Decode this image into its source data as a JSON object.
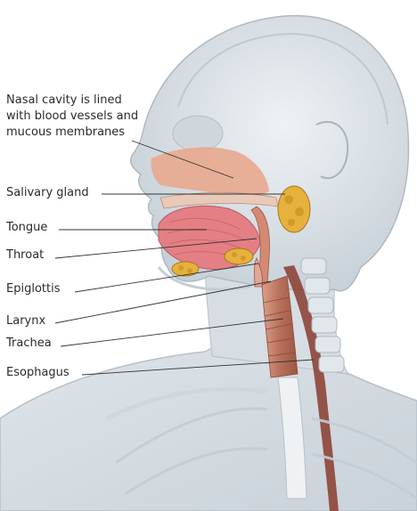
{
  "labels": {
    "nasal_cavity_line1": "Nasal cavity is lined",
    "nasal_cavity_line2": "with blood vessels and",
    "nasal_cavity_line3": "mucous membranes",
    "salivary_gland": "Salivary gland",
    "tongue": "Tongue",
    "throat": "Throat",
    "epiglottis": "Epiglottis",
    "larynx": "Larynx",
    "trachea": "Trachea",
    "esophagus": "Esophagus"
  },
  "colors": {
    "background": "#ffffff",
    "body_shell": "#d5dde3",
    "bone": "#e6eaee",
    "nasal_tissue": "#e8a98e",
    "tongue": "#e47f85",
    "salivary_gland": "#e6b13c",
    "airway": "#b86a55",
    "esophagus": "#8a3b2e",
    "leader_line": "#333333",
    "label_text": "#2a2a2a"
  }
}
